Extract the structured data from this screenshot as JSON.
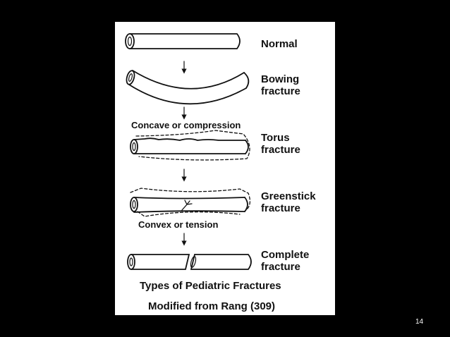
{
  "diagram": {
    "labels": {
      "normal": "Normal",
      "bowing_1": "Bowing",
      "bowing_2": "fracture",
      "torus_1": "Torus",
      "torus_2": "fracture",
      "greenstick_1": "Greenstick",
      "greenstick_2": "fracture",
      "complete_1": "Complete",
      "complete_2": "fracture"
    },
    "annotations": {
      "concave": "Concave or compression",
      "convex": "Convex or tension"
    },
    "caption_1": "Types of Pediatric Fractures",
    "caption_2": "Modified from Rang (309)"
  },
  "slide": {
    "page_number": "14"
  }
}
